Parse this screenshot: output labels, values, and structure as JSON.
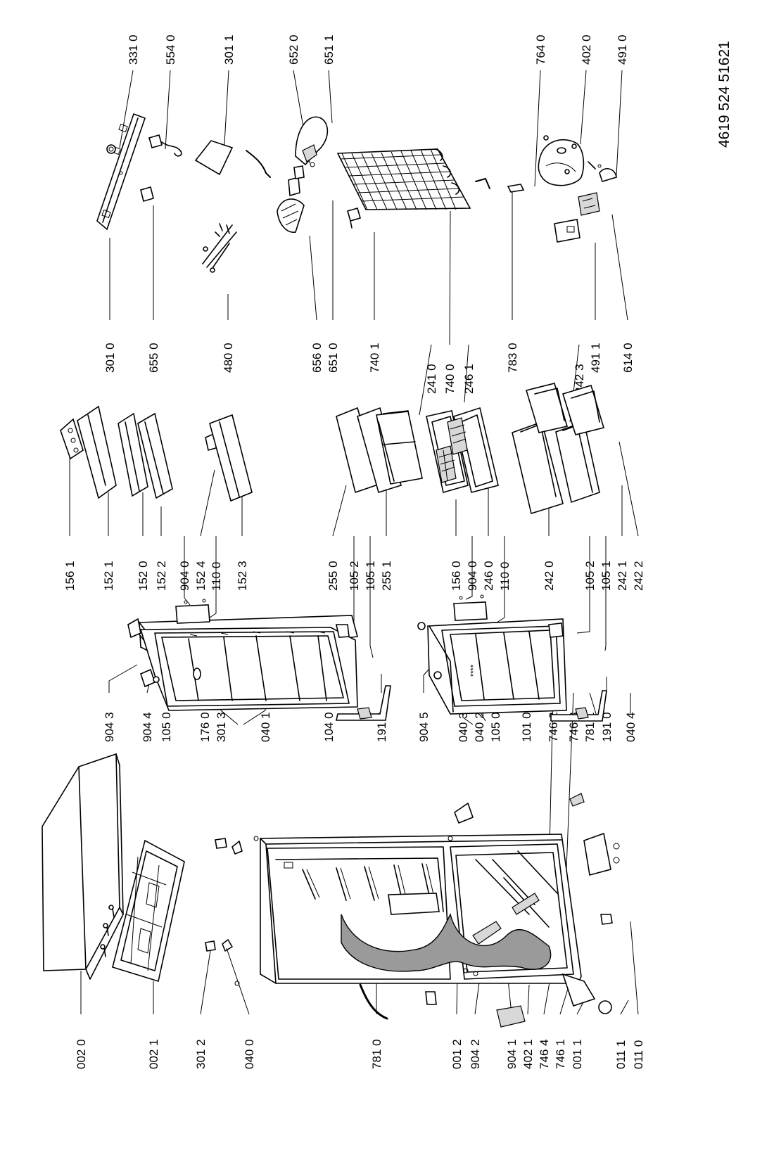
{
  "document_number": "4619 524 51621",
  "part_labels": [
    "002 0",
    "002 1",
    "301 2",
    "040 0",
    "781 0",
    "001 2",
    "904 2",
    "904 1",
    "402 1",
    "746 4",
    "746 1",
    "001 1",
    "011 1",
    "011 0",
    "904 3",
    "904 4",
    "105 0",
    "176 0",
    "301 3",
    "040 1",
    "104 0",
    "191 0",
    "904 5",
    "040 3",
    "040 2",
    "105 0",
    "101 0",
    "746 2",
    "746 3",
    "781 1",
    "191 0",
    "040 4",
    "156 1",
    "152 1",
    "152 0",
    "152 2",
    "904 0",
    "152 4",
    "110 0",
    "152 3",
    "255 0",
    "105 2",
    "105 1",
    "255 1",
    "156 0",
    "904 0",
    "246 0",
    "110 0",
    "242 0",
    "105 2",
    "105 1",
    "242 1",
    "242 2",
    "241 0",
    "740 0",
    "246 1",
    "242 3",
    "301 0",
    "655 0",
    "480 0",
    "656 0",
    "651 0",
    "740 1",
    "783 0",
    "491 1",
    "614 0",
    "331 0",
    "554 0",
    "301 1",
    "652 0",
    "651 1",
    "764 0",
    "402 0",
    "491 0"
  ]
}
